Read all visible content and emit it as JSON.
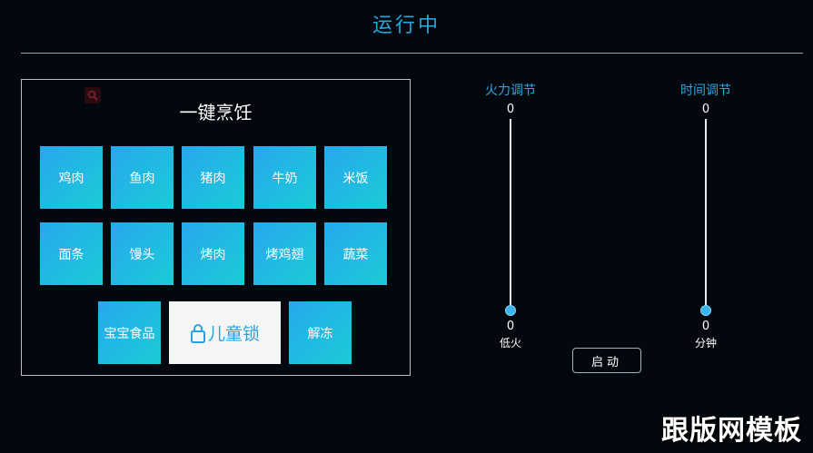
{
  "header": {
    "status": "运行中"
  },
  "panel": {
    "title": "一键烹饪",
    "foods": [
      "鸡肉",
      "鱼肉",
      "猪肉",
      "牛奶",
      "米饭",
      "面条",
      "馒头",
      "烤肉",
      "烤鸡翅",
      "蔬菜"
    ],
    "bottom": {
      "left": "宝宝食品",
      "lock": "儿童锁",
      "right": "解冻"
    }
  },
  "fire": {
    "label": "火力调节",
    "max_value": "0",
    "value": "0",
    "unit": "低火",
    "level": 0
  },
  "time": {
    "label": "时间调节",
    "max_value": "0",
    "value": "0",
    "unit": "分钟",
    "level": 0
  },
  "actions": {
    "start": "启动"
  },
  "watermark": "跟版网模板"
}
